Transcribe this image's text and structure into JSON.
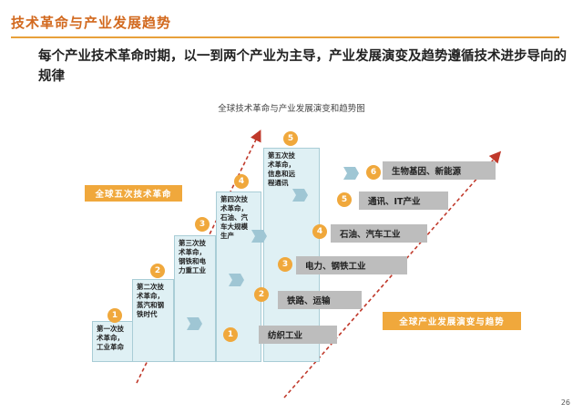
{
  "slide": {
    "title": "技术革命与产业发展趋势",
    "subtitle": "每个产业技术革命时期，以一到两个产业为主导，产业发展演变及趋势遵循技术进步导向的规律",
    "diagram_title": "全球技术革命与产业发展演变和趋势图",
    "page_number": "26"
  },
  "labels": {
    "tech_revolutions": "全球五次技术革命",
    "industry_trend": "全球产业发展演变与趋势"
  },
  "revolutions": [
    {
      "num": "1",
      "text": "第一次技\n术革命，\n工业革命"
    },
    {
      "num": "2",
      "text": "第二次技\n术革命，\n蒸汽和钢\n铁时代"
    },
    {
      "num": "3",
      "text": "第三次技\n术革命，\n钢铁和电\n力重工业"
    },
    {
      "num": "4",
      "text": "第四次技\n术革命，\n石油、汽\n车大规模\n生产"
    },
    {
      "num": "5",
      "text": "第五次技\n术革命，\n信息和远\n程通讯"
    }
  ],
  "industries": [
    {
      "num": "1",
      "label": "纺织工业"
    },
    {
      "num": "2",
      "label": "铁路、运输"
    },
    {
      "num": "3",
      "label": "电力、钢铁工业"
    },
    {
      "num": "4",
      "label": "石油、汽车工业"
    },
    {
      "num": "5",
      "label": "通讯、IT产业"
    },
    {
      "num": "6",
      "label": "生物基因、新能源"
    }
  ],
  "colors": {
    "accent_orange": "#f0a83c",
    "title_orange": "#d2691e",
    "dashed_arrow": "#c0392b",
    "stair_fill": "#dff0f4",
    "bar_gray": "#bdbdbd"
  }
}
